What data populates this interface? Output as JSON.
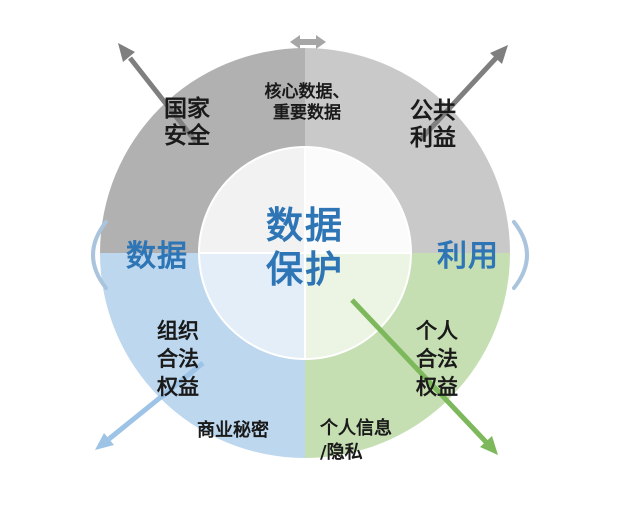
{
  "diagram": {
    "center_title": {
      "line1": "数据",
      "line2": "保护"
    },
    "left_label": "数据",
    "right_label": "利用",
    "top_annotation": {
      "line1": "核心数据、",
      "line2": "重要数据"
    },
    "quadrants": {
      "top_left": {
        "line1": "国家",
        "line2": "安全"
      },
      "top_right": {
        "line1": "公共",
        "line2": "利益"
      },
      "bottom_left": {
        "line1": "组织",
        "line2": "合法",
        "line3": "权益"
      },
      "bottom_right": {
        "line1": "个人",
        "line2": "合法",
        "line3": "权益"
      }
    },
    "annotations": {
      "trade_secret": "商业秘密",
      "personal_info_line1": "个人信息",
      "personal_info_line2": "/隐私"
    },
    "colors": {
      "quad_top_left": "#b1b1b1",
      "quad_top_right": "#c9c9c9",
      "quad_bottom_left": "#bdd7ee",
      "quad_bottom_right": "#c5dfb2",
      "inner_top_left": "#f2f2f2",
      "inner_top_right": "#fbfbfb",
      "inner_bottom_left": "#e4eef8",
      "inner_bottom_right": "#ecf4e3",
      "accent_blue": "#2e75b6",
      "arrow_gray": "#7f7f7f",
      "arrow_blue": "#9dc3e6",
      "arrow_green": "#7db95c",
      "double_arrow_gray": "#a6a6a6",
      "bracket_blue": "#a9c4dc",
      "text_dark": "#1a1a1a"
    }
  }
}
